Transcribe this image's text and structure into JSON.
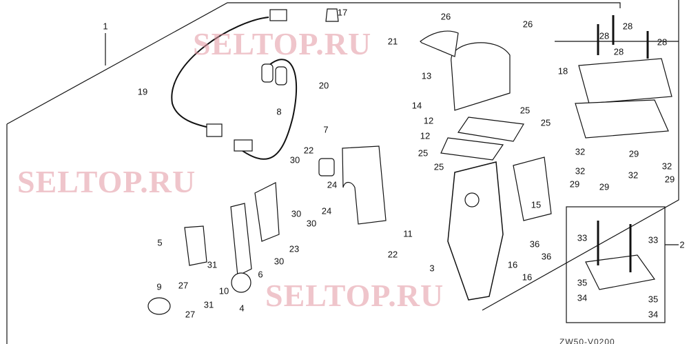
{
  "watermark": "SELTOP.RU",
  "diagram_code": "ZW50-V0200",
  "labels": [
    "1",
    "17",
    "26",
    "26",
    "21",
    "28",
    "28",
    "28",
    "28",
    "13",
    "18",
    "19",
    "20",
    "8",
    "14",
    "25",
    "12",
    "25",
    "7",
    "12",
    "22",
    "30",
    "25",
    "25",
    "24",
    "32",
    "32",
    "29",
    "32",
    "29",
    "29",
    "32",
    "29",
    "24",
    "30",
    "30",
    "15",
    "11",
    "36",
    "36",
    "5",
    "23",
    "16",
    "16",
    "22",
    "30",
    "31",
    "3",
    "6",
    "27",
    "10",
    "31",
    "27",
    "4",
    "9",
    "33",
    "33",
    "2",
    "35",
    "35",
    "34",
    "34"
  ]
}
